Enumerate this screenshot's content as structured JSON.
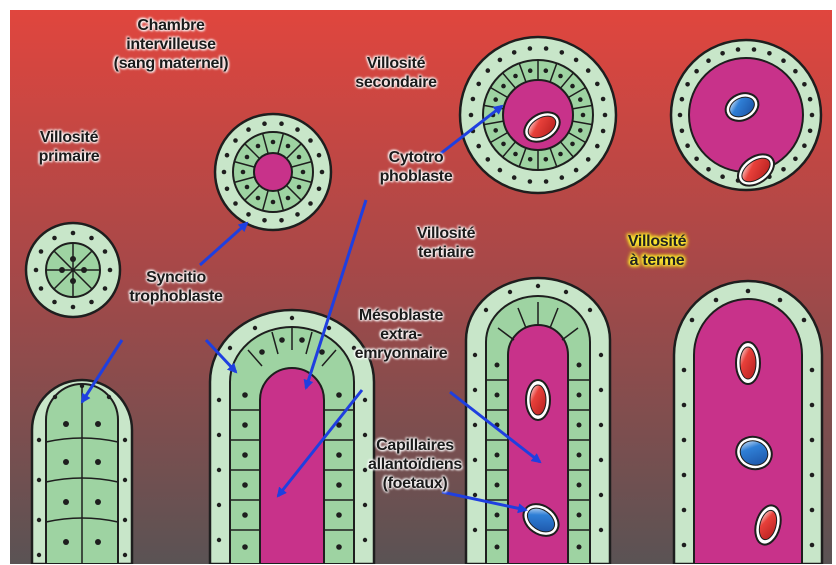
{
  "labels": {
    "chambre": "Chambre\nintervilleuse\n(sang maternel)",
    "primaire": "Villosité\nprimaire",
    "secondaire": "Villosité\nsecondaire",
    "cytotro": "Cytotro\nphoblaste",
    "tertiaire": "Villosité\ntertiaire",
    "terme": "Villosité\nà terme",
    "syncitio": "Syncitio\ntrophoblaste",
    "mesoblaste": "Mésoblaste\nextra-\nemryonnaire",
    "capillaires": "Capillaires\nallantoïdiens\n(foetaux)"
  },
  "colors": {
    "background_top": "#e0463e",
    "background_bottom": "#5a5354",
    "syncytiotrophoblast": "#c8e6c9",
    "cytotrophoblast": "#9ed3a2",
    "mesoblast": "#c8328a",
    "capillary_maternal": "#e8403a",
    "capillary_fetal": "#2f7fd6",
    "arrow": "#1f3fe0",
    "outline": "#1e1e1e"
  }
}
